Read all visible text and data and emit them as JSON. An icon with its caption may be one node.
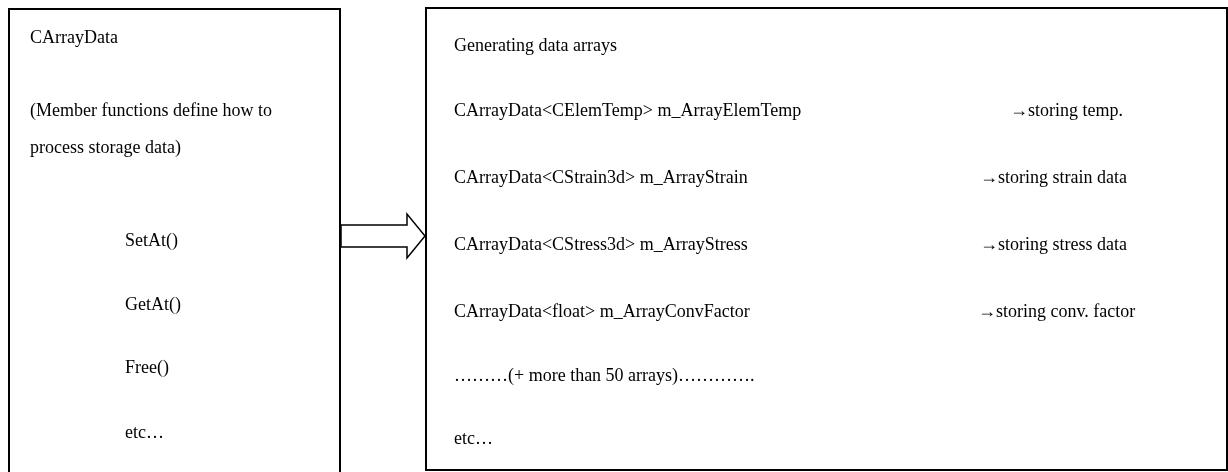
{
  "diagram": {
    "nodes": [
      {
        "text": [
          "CArrayData",
          "(Member functions define how to process storage data)",
          "SetAt()",
          "GetAt()",
          "Free()",
          "etc…"
        ]
      },
      {
        "text": [
          "Generating data arrays",
          "CArrayData<CElemTemp>  m_ArrayElemTemp",
          "→storing temp.",
          "CArrayData<CStrain3d>  m_ArrayStrain",
          "→storing strain data",
          "CArrayData<CStress3d>  m_ArrayStress",
          "→storing stress data",
          "CArrayData<float>  m_ArrayConvFactor",
          "→storing conv. factor",
          "………(+ more than 50 arrays)………….",
          "etc…"
        ]
      }
    ],
    "edges": [
      {
        "from": 0,
        "to": 1,
        "arrow": "to"
      }
    ]
  }
}
